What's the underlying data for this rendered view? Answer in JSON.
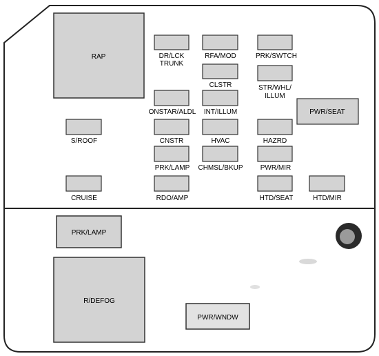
{
  "diagram": {
    "large_blocks": {
      "rap": "RAP",
      "pwr_seat": "PWR/SEAT",
      "prk_lamp_lower": "PRK/LAMP",
      "r_defog": "R/DEFOG",
      "pwr_wndw": "PWR/WNDW"
    },
    "fuse_labels": {
      "dr_lck_trunk_1": "DR/LCK",
      "dr_lck_trunk_2": "TRUNK",
      "rfa_mod": "RFA/MOD",
      "prk_swtch": "PRK/SWTCH",
      "clstr": "CLSTR",
      "str_whl_1": "STR/WHL/",
      "str_whl_2": "ILLUM",
      "onstar_aldl": "ONSTAR/ALDL",
      "int_illum": "INT/ILLUM",
      "s_roof": "S/ROOF",
      "cnstr": "CNSTR",
      "hvac": "HVAC",
      "hazrd": "HAZRD",
      "prk_lamp": "PRK/LAMP",
      "chmsl_bkup": "CHMSL/BKUP",
      "pwr_mir": "PWR/MIR",
      "cruise": "CRUISE",
      "rdo_amp": "RDO/AMP",
      "htd_seat": "HTD/SEAT",
      "htd_mir": "HTD/MIR"
    }
  }
}
